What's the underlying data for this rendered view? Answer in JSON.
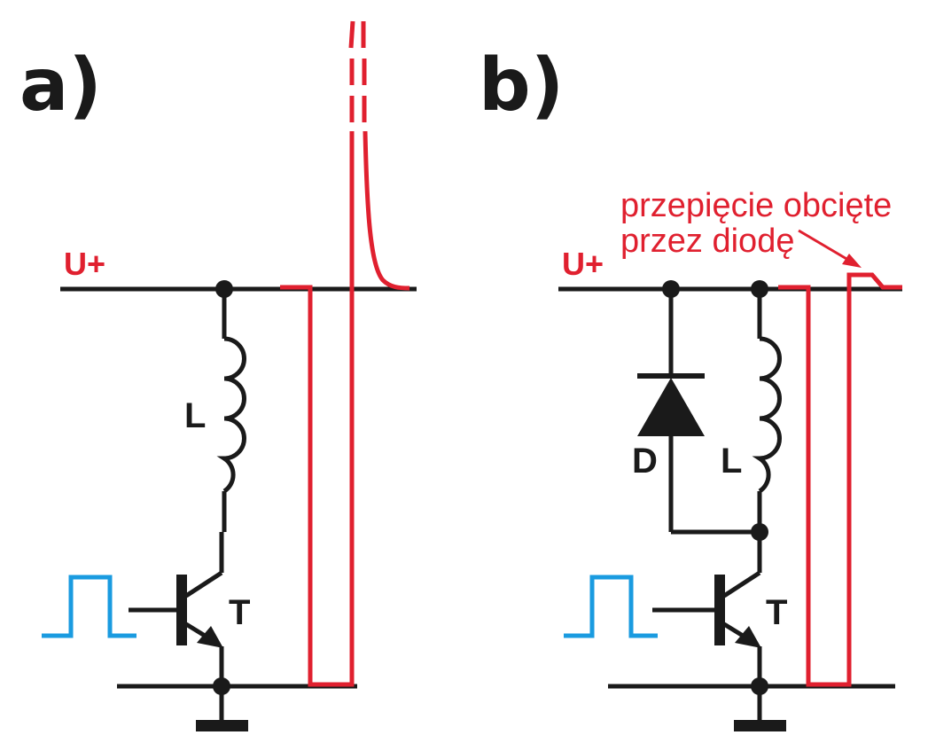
{
  "panels": {
    "a": {
      "label": "a)",
      "rail_label": "U+",
      "inductor_label": "L",
      "transistor_label": "T"
    },
    "b": {
      "label": "b)",
      "rail_label": "U+",
      "inductor_label": "L",
      "transistor_label": "T",
      "diode_label": "D"
    }
  },
  "annotation": {
    "line1": "przepięcie obcięte",
    "line2": "przez diodę"
  },
  "colors": {
    "wire": "#1a1a1a",
    "voltage_waveform": "#e0202f",
    "control_pulse": "#1a9be0"
  }
}
